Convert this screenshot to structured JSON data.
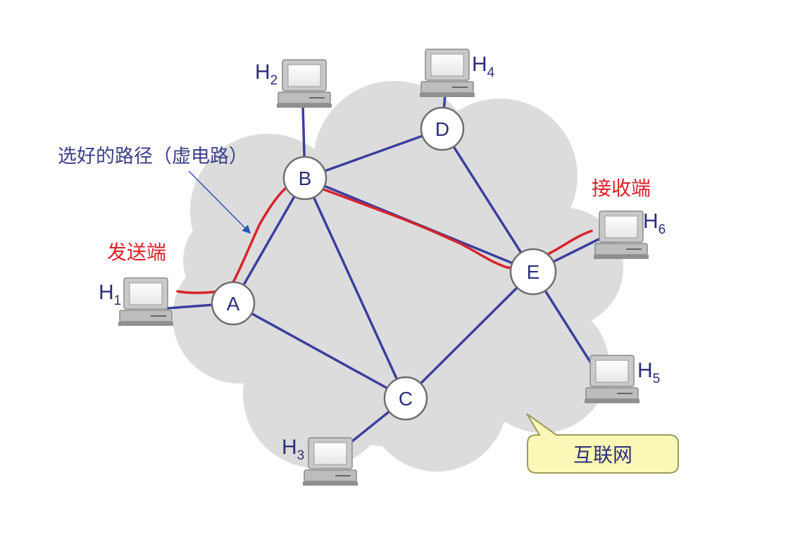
{
  "diagram": {
    "nodes": [
      {
        "id": "A",
        "label": "A"
      },
      {
        "id": "B",
        "label": "B"
      },
      {
        "id": "C",
        "label": "C"
      },
      {
        "id": "D",
        "label": "D"
      },
      {
        "id": "E",
        "label": "E"
      }
    ],
    "hosts": [
      {
        "id": "H1",
        "letter": "H",
        "sub": "1"
      },
      {
        "id": "H2",
        "letter": "H",
        "sub": "2"
      },
      {
        "id": "H3",
        "letter": "H",
        "sub": "3"
      },
      {
        "id": "H4",
        "letter": "H",
        "sub": "4"
      },
      {
        "id": "H5",
        "letter": "H",
        "sub": "5"
      },
      {
        "id": "H6",
        "letter": "H",
        "sub": "6"
      }
    ],
    "annotations": {
      "selected_path": "选好的路径（虚电路）",
      "sender": "发送端",
      "receiver": "接收端",
      "internet": "互联网"
    },
    "colors": {
      "link": "#3a3f9e",
      "cloud": "#dcdcdc",
      "path": "#d8232a",
      "callout_fill": "#fbf7b6",
      "callout_stroke": "#9a9a5a",
      "arrow": "#2a55b8"
    }
  }
}
